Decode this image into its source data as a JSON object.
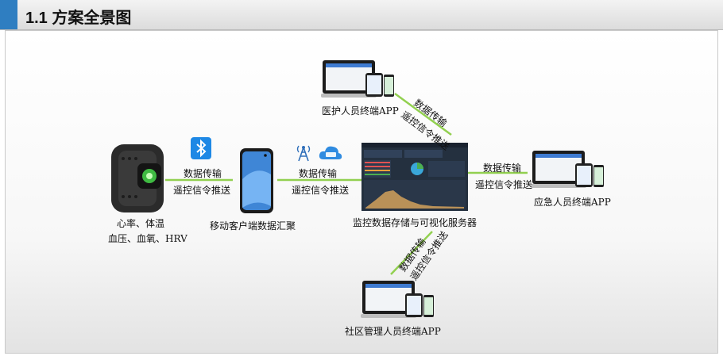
{
  "header": {
    "title": "1.1 方案全景图"
  },
  "nodes": {
    "device": {
      "line1": "心率、体温",
      "line2": "血压、血氧、HRV"
    },
    "phone": {
      "label": "移动客户端数据汇聚"
    },
    "server": {
      "label": "监控数据存储与可视化服务器"
    },
    "medical": {
      "label": "医护人员终端APP"
    },
    "emergency": {
      "label": "应急人员终端APP"
    },
    "community": {
      "label": "社区管理人员终端APP"
    }
  },
  "links": {
    "device_phone": {
      "top": "数据传输",
      "bottom": "遥控信令推送"
    },
    "phone_server": {
      "top": "数据传输",
      "bottom": "遥控信令推送"
    },
    "server_medical": {
      "top": "数据传输",
      "bottom": "遥控信令推送"
    },
    "server_emergency": {
      "top": "数据传输",
      "bottom": "遥控信令推送"
    },
    "server_community": {
      "top": "数据传输",
      "bottom": "遥控信令推送"
    }
  },
  "colors": {
    "accent": "#2f7ec1",
    "link_line": "#92d050",
    "bluetooth": "#1e88e5"
  },
  "icons": [
    "bluetooth-icon",
    "signal-tower-icon",
    "cloud-icon"
  ]
}
